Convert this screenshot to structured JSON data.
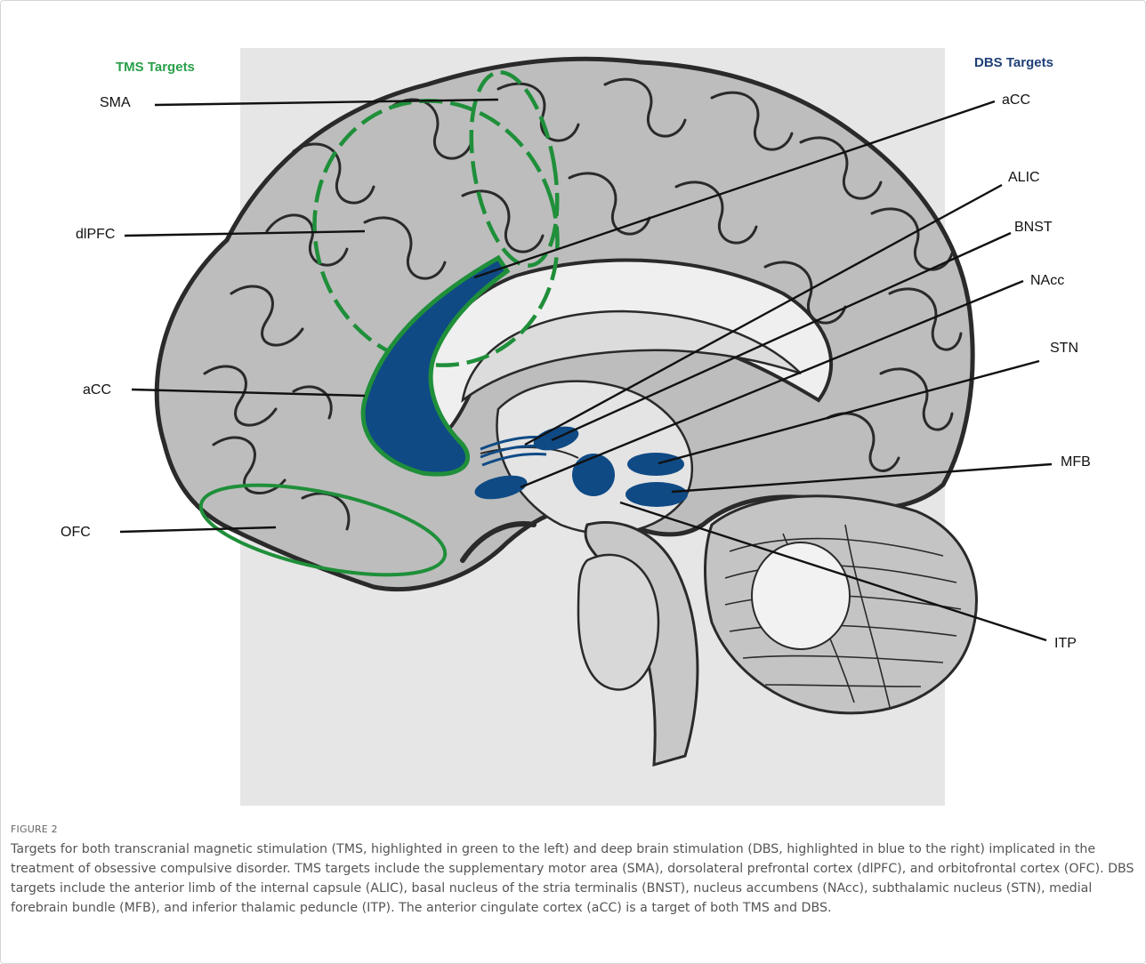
{
  "figure": {
    "headers": {
      "tms": "TMS Targets",
      "dbs": "DBS Targets"
    },
    "tms_labels": {
      "sma": "SMA",
      "dlpfc": "dlPFC",
      "acc": "aCC",
      "ofc": "OFC"
    },
    "dbs_labels": {
      "acc": "aCC",
      "alic": "ALIC",
      "bnst": "BNST",
      "nacc": "NAcc",
      "stn": "STN",
      "mfb": "MFB",
      "itp": "ITP"
    },
    "colors": {
      "tms_green": "#1f8f3a",
      "dbs_blue": "#0f4a85",
      "brain_gray": "#bdbdbd",
      "background_gray": "#e6e6e6"
    }
  },
  "caption": {
    "label": "FIGURE 2",
    "text": "Targets for both transcranial magnetic stimulation (TMS, highlighted in green to the left) and deep brain stimulation (DBS, highlighted in blue to the right) implicated in the treatment of obsessive compulsive disorder. TMS targets include the supplementary motor area (SMA), dorsolateral prefrontal cortex (dlPFC), and orbitofrontal cortex (OFC). DBS targets include the anterior limb of the internal capsule (ALIC), basal nucleus of the stria terminalis (BNST), nucleus accumbens (NAcc), subthalamic nucleus (STN), medial forebrain bundle (MFB), and inferior thalamic peduncle (ITP). The anterior cingulate cortex (aCC) is a target of both TMS and DBS."
  }
}
